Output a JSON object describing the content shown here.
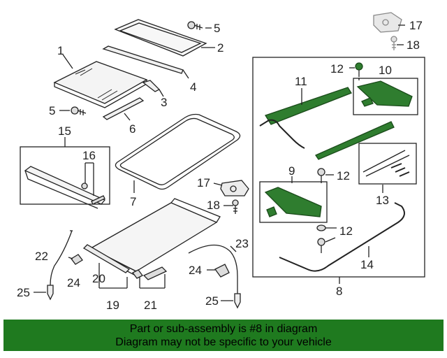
{
  "callouts": {
    "n1": "1",
    "n2": "2",
    "n3": "3",
    "n4": "4",
    "n5a": "5",
    "n5b": "5",
    "n6": "6",
    "n7": "7",
    "n8": "8",
    "n9": "9",
    "n10": "10",
    "n11": "11",
    "n12a": "12",
    "n12b": "12",
    "n12c": "12",
    "n13": "13",
    "n14": "14",
    "n15": "15",
    "n16": "16",
    "n17a": "17",
    "n17b": "17",
    "n18a": "18",
    "n18b": "18",
    "n19": "19",
    "n20": "20",
    "n21": "21",
    "n22": "22",
    "n23": "23",
    "n24a": "24",
    "n24b": "24",
    "n25a": "25",
    "n25b": "25"
  },
  "banner": {
    "line1": "Part or sub-assembly is #8 in diagram",
    "line2": "Diagram may not be specific to your vehicle"
  },
  "colors": {
    "banner_bg": "#1f7a1f",
    "highlight_part": "#2f7d2f",
    "line": "#222222",
    "part_fill": "#f4f4f4"
  }
}
